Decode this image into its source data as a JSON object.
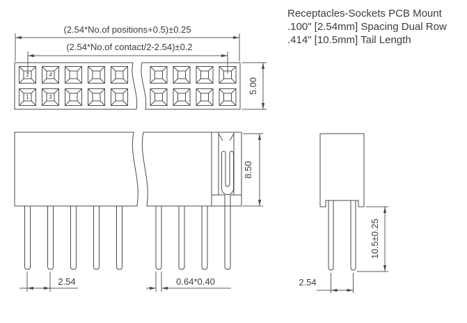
{
  "title": {
    "line1": "Receptacles-Sockets PCB Mount",
    "line2": ".100\" [2.54mm] Spacing Dual Row",
    "line3": ".414\" [10.5mm] Tail Length"
  },
  "drawing": {
    "dim_overall_width": "(2.54*No.of positions+0.5)±0.25",
    "dim_contact_span": "(2.54*No.of contact/2-2.54)±0.2",
    "dim_body_depth": "5.00",
    "dim_body_height": "8.50",
    "dim_pin_pitch_front": "2.54",
    "dim_pin_size": "0.64*0.40",
    "dim_tail_length": "10.5±0.25",
    "dim_pin_pitch_side": "2.54",
    "pin_numbers": {
      "p1": "1",
      "p2": "2",
      "p3": "3",
      "p4": "4"
    }
  },
  "colors": {
    "line": "#4a4a4a",
    "text": "#3c3c3c"
  }
}
